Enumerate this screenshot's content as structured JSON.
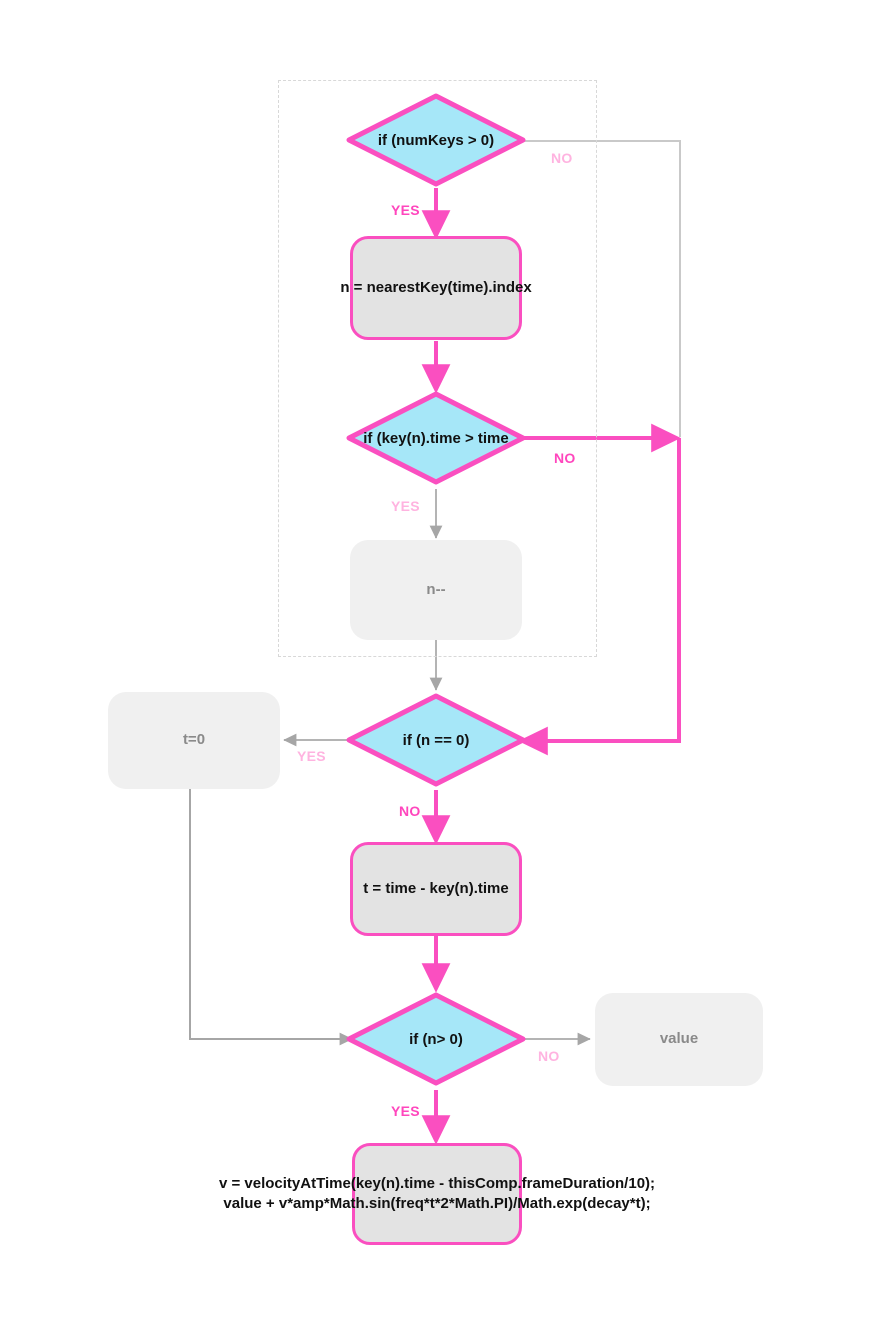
{
  "diagram": {
    "title": "velocity keyframe expression flowchart",
    "colors": {
      "decision_fill": "#a6e7f8",
      "active_stroke": "#fa4fc0",
      "active_label": "#ff46bd",
      "inactive_label": "#ffb3e0",
      "active_box_fill": "#e3e3e3",
      "inactive_box_fill": "#f0f0f0",
      "inactive_stroke": "#9a9a9a",
      "group_border": "#d8d8d8"
    },
    "group": {
      "name": "keyframe-search-group"
    },
    "nodes": [
      {
        "id": "numkeys",
        "type": "decision",
        "text": "if (numKeys > 0)",
        "state": "active"
      },
      {
        "id": "nearest",
        "type": "process",
        "text": "n = nearestKey(time).index",
        "state": "active"
      },
      {
        "id": "keytime",
        "type": "decision",
        "text": "if (key(n).time > time",
        "state": "active"
      },
      {
        "id": "ndec",
        "type": "process",
        "text": "n--",
        "state": "inactive"
      },
      {
        "id": "niszero",
        "type": "decision",
        "text": "if (n == 0)",
        "state": "active"
      },
      {
        "id": "tzero",
        "type": "process",
        "text": "t=0",
        "state": "inactive"
      },
      {
        "id": "tdelta",
        "type": "process",
        "text": "t = time - key(n).time",
        "state": "active"
      },
      {
        "id": "ngtzero",
        "type": "decision",
        "text": "if (n> 0)",
        "state": "active"
      },
      {
        "id": "value",
        "type": "process",
        "text": "value",
        "state": "inactive"
      },
      {
        "id": "expr",
        "type": "process",
        "state": "active",
        "lines": [
          "v = velocityAtTime(key(n).time - thisComp.frameDuration/10);",
          "value + v*amp*Math.sin(freq*t*2*Math.PI)/Math.exp(decay*t);"
        ]
      }
    ],
    "edge_labels": [
      {
        "id": "numkeys-no",
        "text": "NO",
        "state": "off"
      },
      {
        "id": "numkeys-yes",
        "text": "YES",
        "state": "on"
      },
      {
        "id": "keytime-no",
        "text": "NO",
        "state": "on"
      },
      {
        "id": "keytime-yes",
        "text": "YES",
        "state": "off"
      },
      {
        "id": "niszero-yes",
        "text": "YES",
        "state": "off"
      },
      {
        "id": "niszero-no",
        "text": "NO",
        "state": "on"
      },
      {
        "id": "ngtzero-no",
        "text": "NO",
        "state": "off"
      },
      {
        "id": "ngtzero-yes",
        "text": "YES",
        "state": "on"
      }
    ]
  }
}
